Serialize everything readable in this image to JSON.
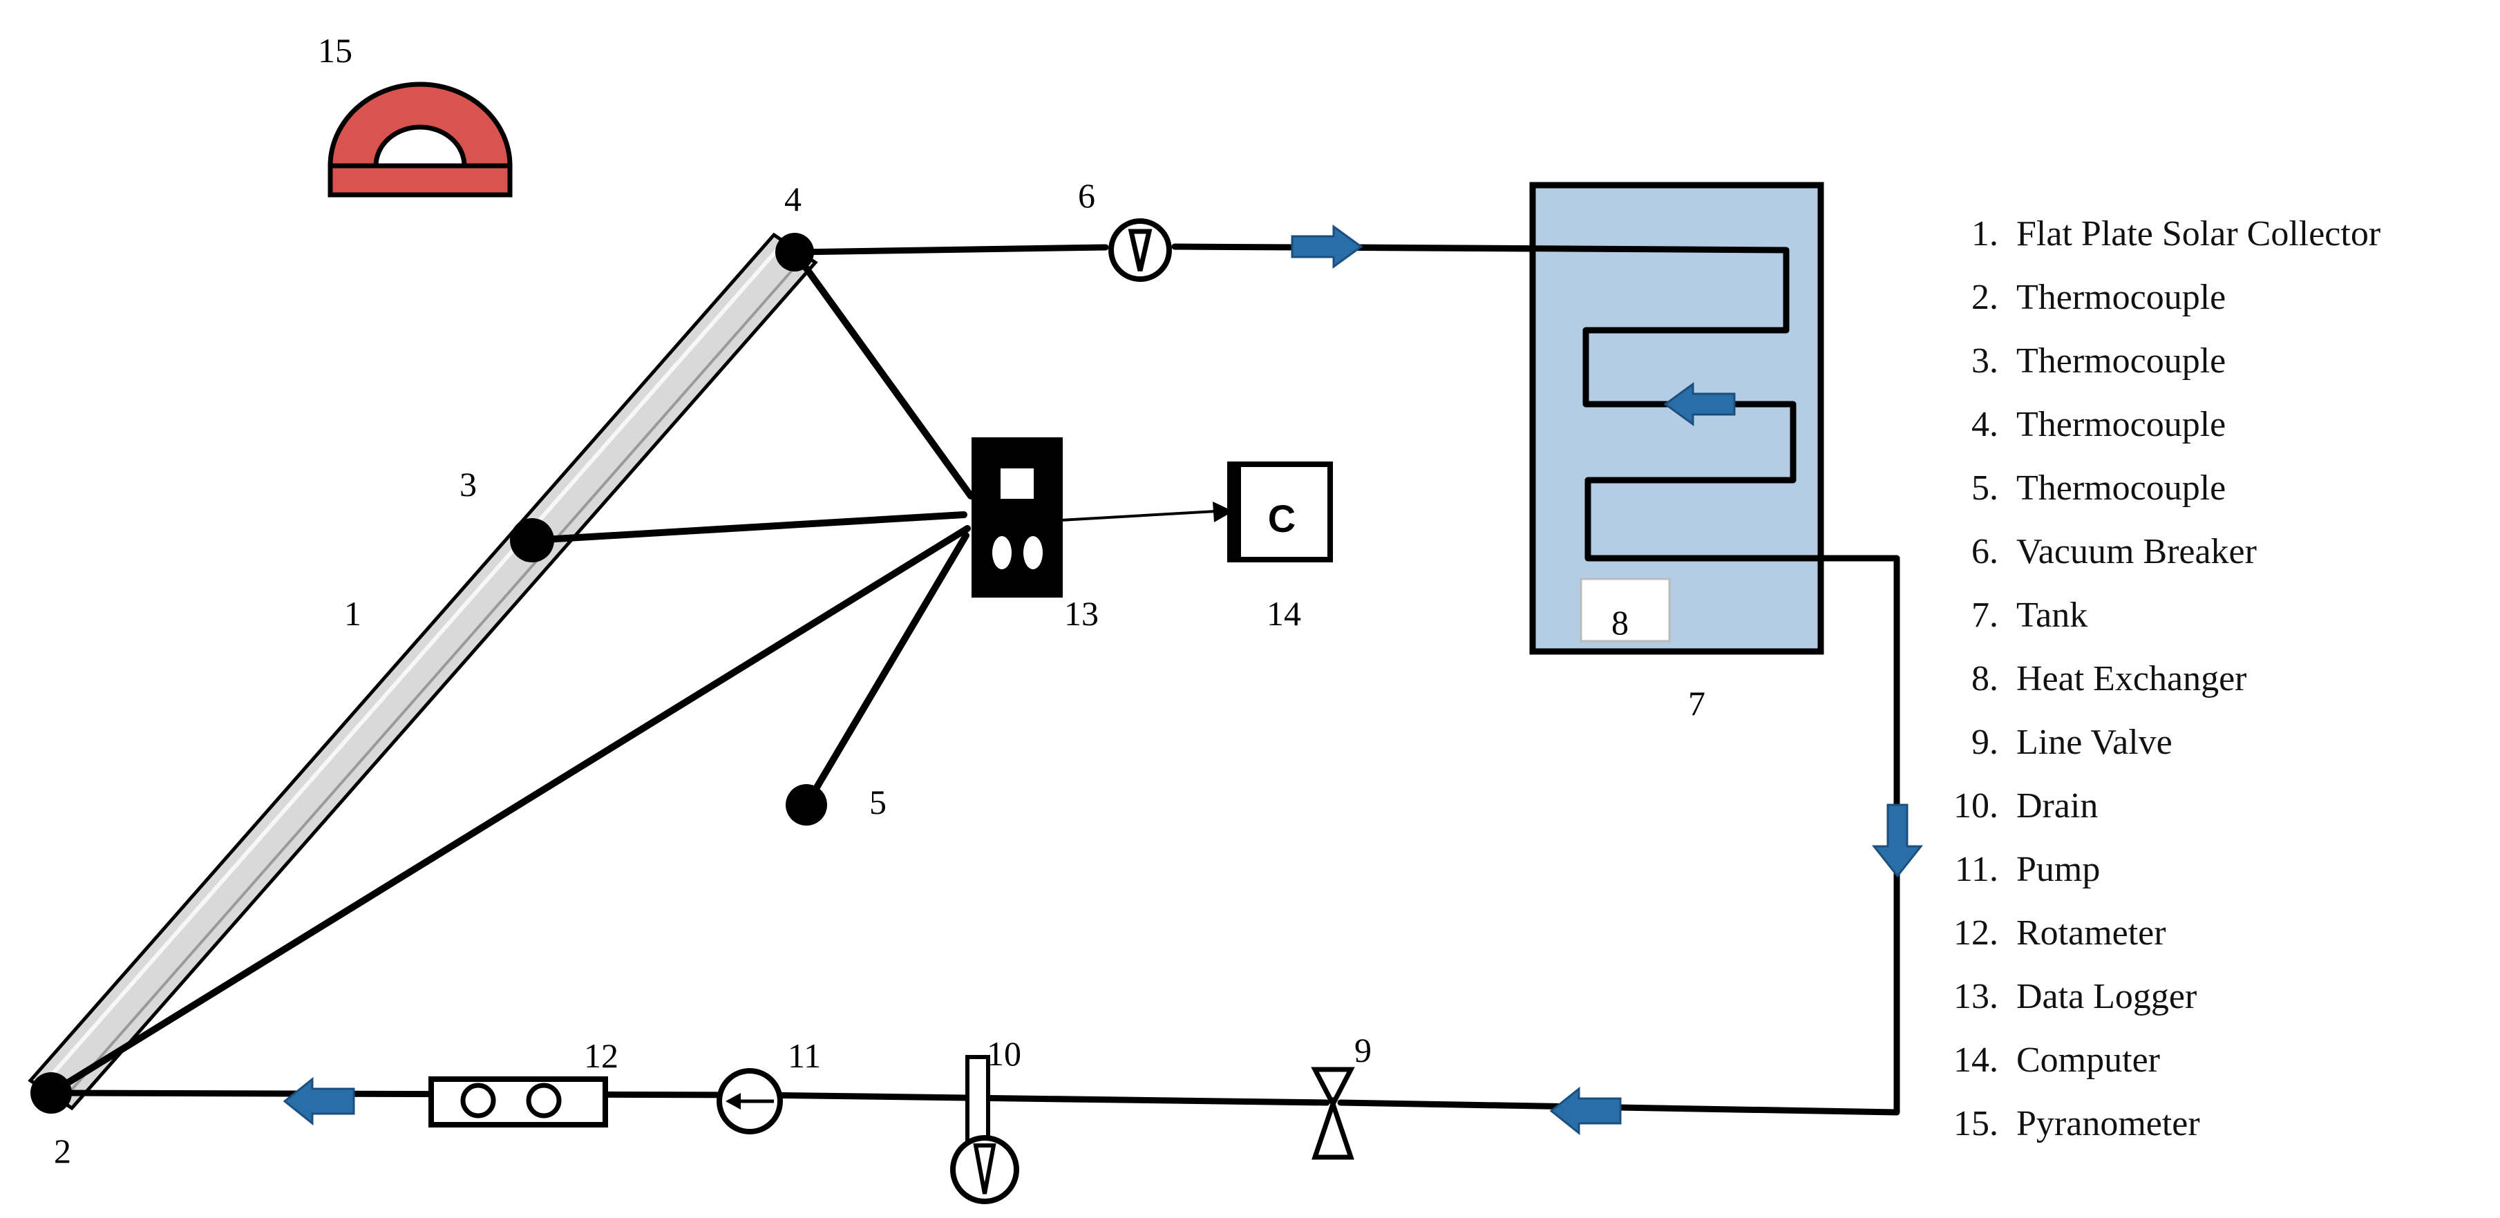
{
  "labels": {
    "n1": "1",
    "n2": "2",
    "n3": "3",
    "n4": "4",
    "n5": "5",
    "n6": "6",
    "n7": "7",
    "n8": "8",
    "n9": "9",
    "n10": "10",
    "n11": "11",
    "n12": "12",
    "n13": "13",
    "n14": "14",
    "n15": "15",
    "computer_glyph": "C"
  },
  "legend": [
    {
      "num": "1.",
      "text": "Flat Plate Solar Collector"
    },
    {
      "num": "2.",
      "text": "Thermocouple"
    },
    {
      "num": "3.",
      "text": "Thermocouple"
    },
    {
      "num": "4.",
      "text": "Thermocouple"
    },
    {
      "num": "5.",
      "text": "Thermocouple"
    },
    {
      "num": "6.",
      "text": "Vacuum Breaker"
    },
    {
      "num": "7.",
      "text": "Tank"
    },
    {
      "num": "8.",
      "text": "Heat Exchanger"
    },
    {
      "num": "9.",
      "text": "Line Valve"
    },
    {
      "num": "10.",
      "text": "Drain"
    },
    {
      "num": "11.",
      "text": "Pump"
    },
    {
      "num": "12.",
      "text": "Rotameter"
    },
    {
      "num": "13.",
      "text": "Data Logger"
    },
    {
      "num": "14.",
      "text": "Computer"
    },
    {
      "num": "15.",
      "text": "Pyranometer"
    }
  ],
  "colors": {
    "collector_fill": "#d9d9d9",
    "tank_fill": "#b4cde4",
    "pyranometer_fill": "#d9534f",
    "flow_arrow": "#2a6ea8"
  }
}
